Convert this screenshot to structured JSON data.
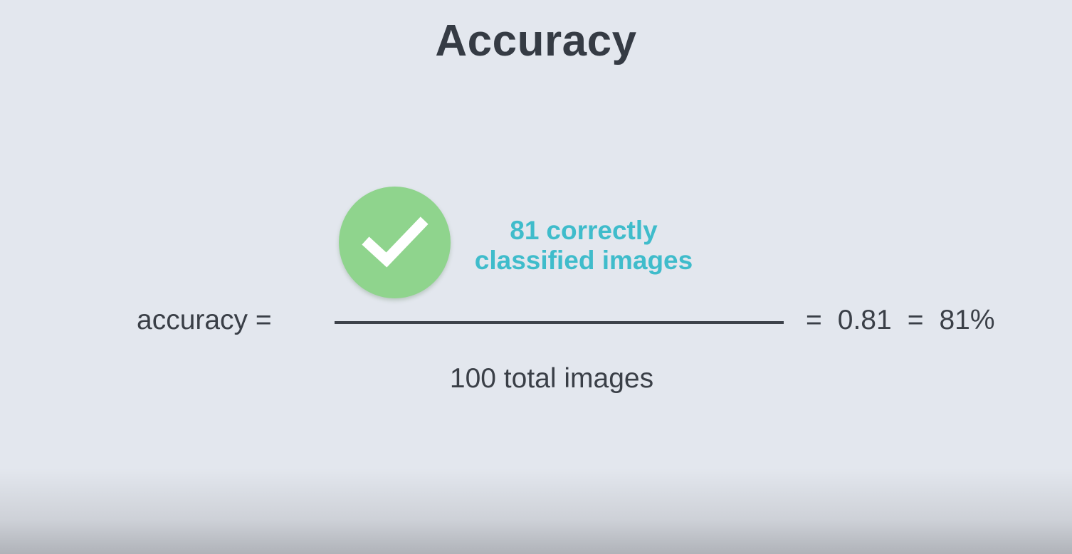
{
  "title": "Accuracy",
  "numerator": {
    "count": "81",
    "label_line1": "correctly",
    "label_line2": "classified images",
    "icon": "check-icon",
    "badge_color": "#8fd48d",
    "text_color": "#3fbccb"
  },
  "lhs": "accuracy =",
  "denominator": "100 total images",
  "result": {
    "eq1": "=",
    "decimal": "0.81",
    "eq2": "=",
    "percent": "81%"
  }
}
